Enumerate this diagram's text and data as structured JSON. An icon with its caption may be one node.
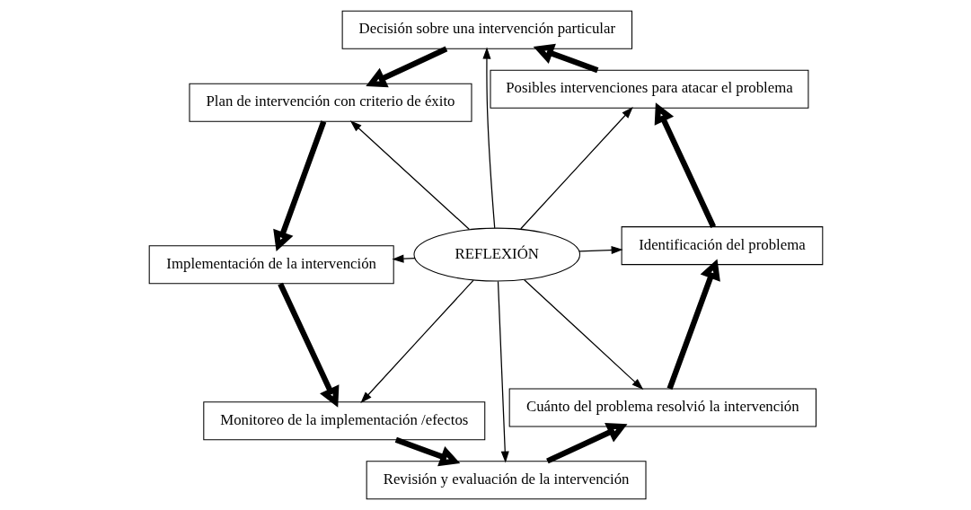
{
  "diagram": {
    "nodes": [
      {
        "text": [
          "Identificación del problema"
        ]
      },
      {
        "text": [
          "Cuánto del problema resolvió la intervención"
        ]
      },
      {
        "text": [
          "Posibles intervenciones para atacar el problema"
        ]
      },
      {
        "text": [
          "Revisión y evaluación de la intervención"
        ]
      },
      {
        "text": [
          "REFLEXIÓN"
        ]
      },
      {
        "text": [
          "Decisión sobre una intervención particular"
        ]
      },
      {
        "text": [
          "Monitoreo de la implementación /efectos"
        ]
      },
      {
        "text": [
          "Plan de intervención con criterio de éxito"
        ]
      },
      {
        "text": [
          "Implementación de la intervención"
        ]
      }
    ],
    "edges": [
      {
        "from": 4,
        "to": 0,
        "arrow": "to"
      },
      {
        "from": 4,
        "to": 2,
        "arrow": "to"
      },
      {
        "from": 4,
        "to": 5,
        "arrow": "to"
      },
      {
        "from": 4,
        "to": 7,
        "arrow": "to"
      },
      {
        "from": 4,
        "to": 8,
        "arrow": "to"
      },
      {
        "from": 4,
        "to": 6,
        "arrow": "to"
      },
      {
        "from": 4,
        "to": 3,
        "arrow": "to"
      },
      {
        "from": 4,
        "to": 1,
        "arrow": "to"
      },
      {
        "from": 0,
        "to": 2,
        "arrow": "to",
        "style": "thick"
      },
      {
        "from": 2,
        "to": 5,
        "arrow": "to",
        "style": "thick"
      },
      {
        "from": 5,
        "to": 7,
        "arrow": "to",
        "style": "thick"
      },
      {
        "from": 7,
        "to": 8,
        "arrow": "to",
        "style": "thick"
      },
      {
        "from": 8,
        "to": 6,
        "arrow": "to",
        "style": "thick"
      },
      {
        "from": 6,
        "to": 3,
        "arrow": "to",
        "style": "thick"
      },
      {
        "from": 3,
        "to": 1,
        "arrow": "to",
        "style": "thick"
      },
      {
        "from": 1,
        "to": 0,
        "arrow": "to",
        "style": "thick"
      }
    ]
  }
}
